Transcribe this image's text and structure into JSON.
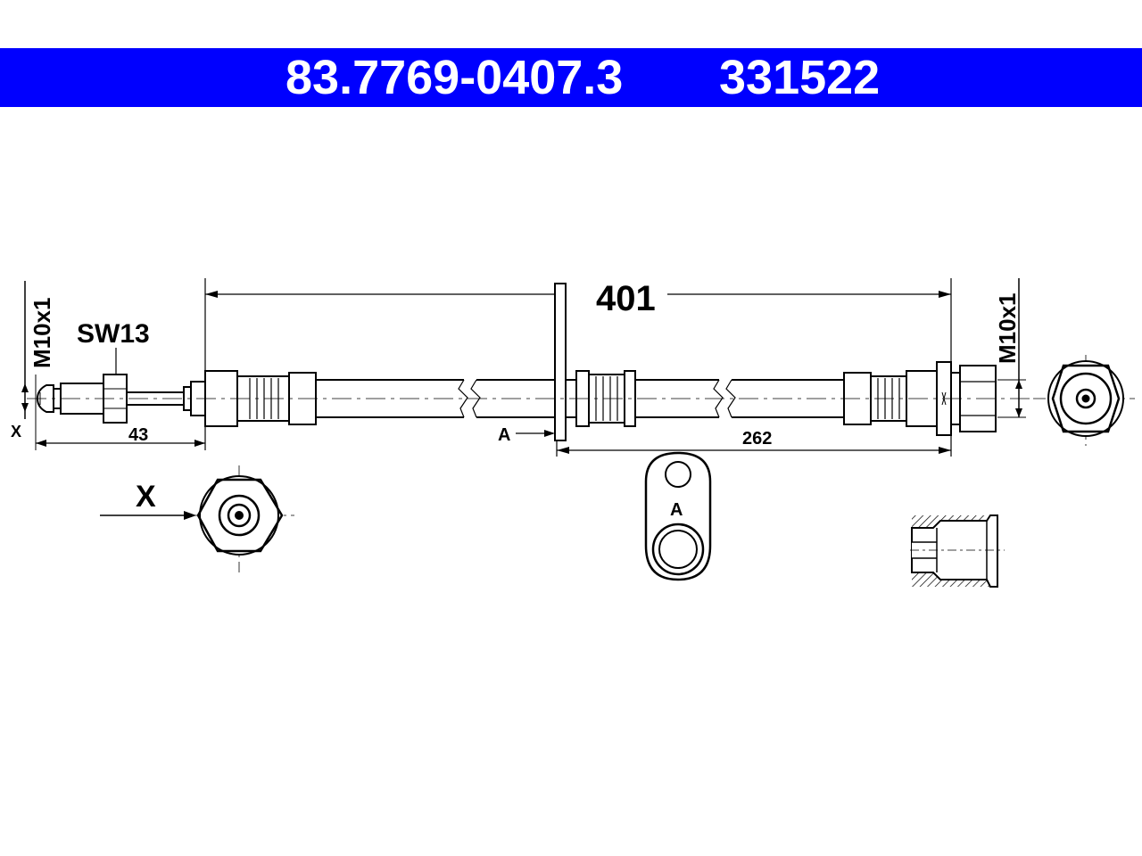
{
  "header": {
    "part_number": "83.7769-0407.3",
    "reference_number": "331522",
    "background_color": "#0000ff",
    "text_color": "#ffffff"
  },
  "dimensions": {
    "overall_length": "401",
    "bracket_to_end": "262",
    "left_fitting_length": "43",
    "left_thread": "M10x1",
    "right_thread": "M10x1",
    "wrench_size": "SW13"
  },
  "labels": {
    "section_x_small": "X",
    "section_x_large": "X",
    "bracket_marker": "A",
    "bracket_detail_marker": "A"
  }
}
